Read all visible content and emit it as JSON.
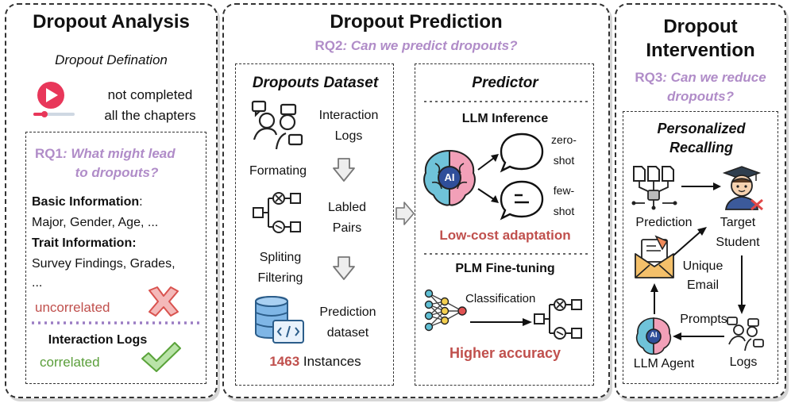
{
  "analysis": {
    "title": "Dropout Analysis",
    "definition_heading": "Dropout Defination",
    "definition_text_1": "not completed",
    "definition_text_2": "all the chapters",
    "rq1_label": "RQ1",
    "rq1_line1": ": What might lead",
    "rq1_line2": "to dropouts?",
    "basic_info_label": "Basic Information",
    "basic_info_colon": ":",
    "basic_info_items": "Major, Gender, Age, ...",
    "trait_info_label": "Trait Information:",
    "trait_info_items": "Survey Findings, Grades,",
    "trait_info_more": "...",
    "uncorrelated": "uncorrelated",
    "interaction_logs": "Interaction Logs",
    "correlated": "correlated"
  },
  "prediction": {
    "title": "Dropout Prediction",
    "rq2_label": "RQ2",
    "rq2_text": ": Can we predict dropouts?",
    "dataset_title": "Dropouts Dataset",
    "interaction_1": "Interaction",
    "interaction_2": "Logs",
    "formating": "Formating",
    "labled_1": "Labled",
    "labled_2": "Pairs",
    "spliting": "Spliting",
    "filtering": "Filtering",
    "prediction_1": "Prediction",
    "prediction_2": "dataset",
    "instances_count": "1463",
    "instances_label": " Instances",
    "predictor_title": "Predictor",
    "llm_inference": "LLM Inference",
    "ai_badge": "AI",
    "zero_1": "zero-",
    "zero_2": "shot",
    "few_1": "few-",
    "few_2": "shot",
    "low_cost": "Low-cost adaptation",
    "plm_finetuning": "PLM Fine-tuning",
    "classification": "Classification",
    "higher_accuracy": "Higher accuracy"
  },
  "intervention": {
    "title_1": "Dropout",
    "title_2": "Intervention",
    "rq3_label": "RQ3",
    "rq3_line1": ": Can we reduce",
    "rq3_line2": "dropouts?",
    "recall_1": "Personalized",
    "recall_2": "Recalling",
    "prediction": "Prediction",
    "target_1": "Target",
    "target_2": "Student",
    "unique_1": "Unique",
    "unique_2": "Email",
    "prompts": "Prompts",
    "llm_agent": "LLM Agent",
    "logs": "Logs",
    "ai_badge": "AI"
  },
  "colors": {
    "accent_red": "#c0504d",
    "rq_purple": "#b08cc8",
    "correlated_green": "#5a9e3a",
    "divider_purple": "#9b7dc4"
  }
}
